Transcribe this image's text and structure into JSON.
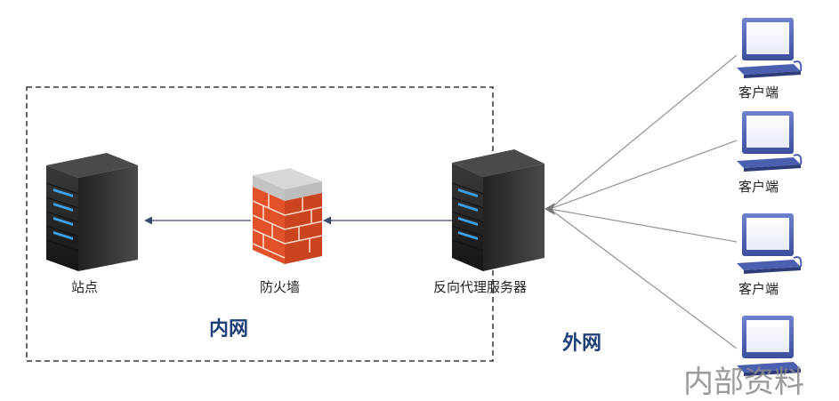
{
  "nodes": {
    "site": {
      "label": "站点",
      "icon": "server-icon"
    },
    "firewall": {
      "label": "防火墙",
      "icon": "firewall-icon"
    },
    "reverse_proxy": {
      "label": "反向代理服务器",
      "icon": "server-icon"
    },
    "clients": [
      {
        "label": "客户端",
        "icon": "computer-icon"
      },
      {
        "label": "客户端",
        "icon": "computer-icon"
      },
      {
        "label": "客户端",
        "icon": "computer-icon"
      },
      {
        "label": "",
        "icon": "computer-icon"
      }
    ]
  },
  "zones": {
    "intranet": "内网",
    "internet": "外网"
  },
  "watermark": "内部资料",
  "colors": {
    "arrow": "#3b4a6b",
    "client_lines": "#999999",
    "zone_text": "#1f3f78",
    "firewall_brick": "#e2512a",
    "server_body": "#2b2b2b",
    "server_led": "#3aa0e8",
    "monitor": "#4a5fb0"
  }
}
